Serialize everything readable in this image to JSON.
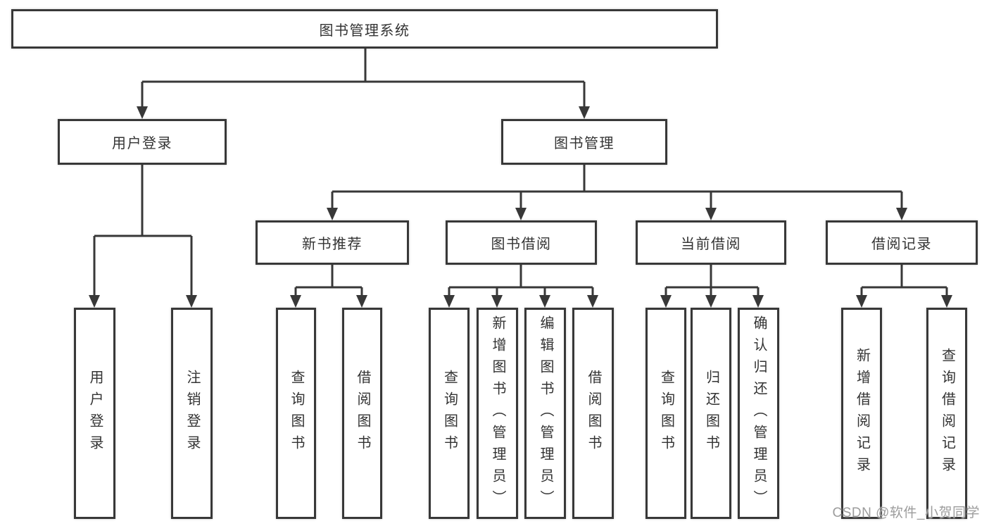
{
  "diagram": {
    "root_label": "图书管理系统",
    "level1": [
      {
        "label": "用户登录"
      },
      {
        "label": "图书管理"
      }
    ],
    "level2": [
      {
        "label": "新书推荐"
      },
      {
        "label": "图书借阅"
      },
      {
        "label": "当前借阅"
      },
      {
        "label": "借阅记录"
      }
    ],
    "leaves": [
      {
        "label": "用户登录",
        "parent": "用户登录"
      },
      {
        "label": "注销登录",
        "parent": "用户登录"
      },
      {
        "label": "查询图书",
        "parent": "新书推荐"
      },
      {
        "label": "借阅图书",
        "parent": "新书推荐"
      },
      {
        "label": "查询图书",
        "parent": "图书借阅"
      },
      {
        "label": "新增图书（管理员）",
        "parent": "图书借阅"
      },
      {
        "label": "编辑图书（管理员）",
        "parent": "图书借阅"
      },
      {
        "label": "借阅图书",
        "parent": "图书借阅"
      },
      {
        "label": "查询图书",
        "parent": "当前借阅"
      },
      {
        "label": "归还图书",
        "parent": "当前借阅"
      },
      {
        "label": "确认归还（管理员）",
        "parent": "当前借阅"
      },
      {
        "label": "新增借阅记录",
        "parent": "借阅记录"
      },
      {
        "label": "查询借阅记录",
        "parent": "借阅记录"
      }
    ],
    "colors": {
      "line": "#383838",
      "box_border": "#383838",
      "text": "#333333",
      "background": "#ffffff"
    }
  },
  "watermark": {
    "text": "CSDN @软件_小贺同学",
    "color": "#9c9c9c"
  }
}
